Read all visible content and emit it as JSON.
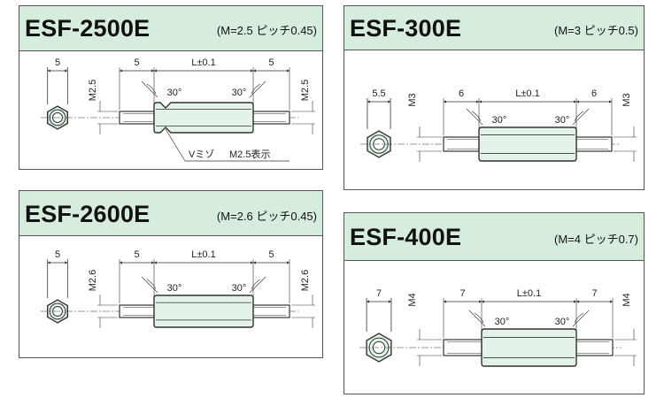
{
  "panels": [
    {
      "id": "p2500",
      "title": "ESF-2500E",
      "spec": "(M=2.5 ピッチ0.45)",
      "hex_dim": "5",
      "thread": "M2.5",
      "left_len": "5",
      "center_len": "L±0.1",
      "right_len": "5",
      "angle_left": "30°",
      "angle_right": "30°",
      "note_groove": "Vミゾ",
      "note_mark": "M2.5表示"
    },
    {
      "id": "p300",
      "title": "ESF-300E",
      "spec": "(M=3 ピッチ0.5)",
      "hex_dim": "5.5",
      "thread": "M3",
      "left_len": "6",
      "center_len": "L±0.1",
      "right_len": "6",
      "angle_left": "30°",
      "angle_right": "30°"
    },
    {
      "id": "p2600",
      "title": "ESF-2600E",
      "spec": "(M=2.6 ピッチ0.45)",
      "hex_dim": "5",
      "thread": "M2.6",
      "left_len": "5",
      "center_len": "L±0.1",
      "right_len": "5",
      "angle_left": "30°",
      "angle_right": "30°"
    },
    {
      "id": "p400",
      "title": "ESF-400E",
      "spec": "(M=4 ピッチ0.7)",
      "hex_dim": "7",
      "thread": "M4",
      "left_len": "7",
      "center_len": "L±0.1",
      "right_len": "7",
      "angle_left": "30°",
      "angle_right": "30°"
    }
  ],
  "colors": {
    "header_bg": "#d6ecdd",
    "body_fill": "#e3f3e8",
    "line": "#333333"
  }
}
